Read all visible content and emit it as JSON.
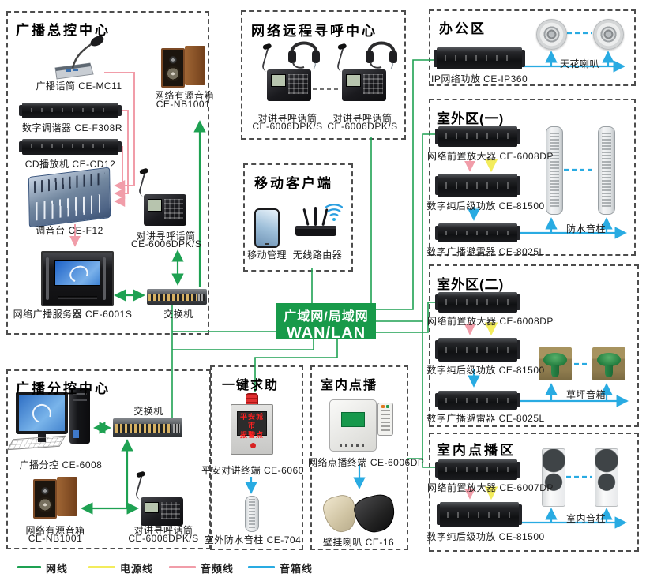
{
  "colors": {
    "network": "#1EA152",
    "power": "#F3EC5C",
    "audio": "#F19DA9",
    "speaker": "#29ABE2",
    "wanbg": "#189A4A"
  },
  "wan": {
    "line1": "广域网/局域网",
    "line2": "WAN/LAN"
  },
  "master": {
    "title": "广播总控中心",
    "mic": "广播话筒 CE-MC11",
    "speaker1": "网络有源音箱",
    "speaker2": "CE-NB1001",
    "tuner": "数字调谐器 CE-F308R",
    "cd": "CD播放机 CE-CD12",
    "mixer": "调音台 CE-F12",
    "paging1": "对讲寻呼话筒",
    "paging2": "CE-6006DPK/S",
    "server": "网络广播服务器 CE-6001S",
    "switch": "交换机"
  },
  "paging_center": {
    "title": "网络远程寻呼中心",
    "mic_a1": "对讲寻呼话筒",
    "mic_a2": "CE-6006DPK/S",
    "mic_b1": "对讲寻呼话筒",
    "mic_b2": "CE-6006DPK/S"
  },
  "mobile": {
    "title": "移动客户端",
    "phone": "移动管理",
    "router": "无线路由器"
  },
  "office": {
    "title": "办公区",
    "amp": "IP网络功放 CE-IP360",
    "speakers": "天花喇叭"
  },
  "outdoor1": {
    "title": "室外区(一)",
    "preamp": "网络前置放大器 CE-6008DP",
    "poweramp": "数字纯后级功放 CE-81500",
    "arrester": "数字广播避雷器 CE-8025L",
    "speakers": "防水音柱"
  },
  "outdoor2": {
    "title": "室外区(二)",
    "preamp": "网络前置放大器 CE-6008DP",
    "poweramp": "数字纯后级功放 CE-81500",
    "arrester": "数字广播避雷器 CE-8025L",
    "speakers": "草坪音箱"
  },
  "indoor_zone": {
    "title": "室内点播区",
    "preamp": "网络前置放大器 CE-6007DP",
    "poweramp": "数字纯后级功放 CE-81500",
    "speakers": "室内音柱"
  },
  "sub_control": {
    "title": "广播分控中心",
    "pc": "广播分控 CE-6008",
    "switch": "交换机",
    "speaker1": "网络有源音箱",
    "speaker2": "CE-NB1001",
    "paging1": "对讲寻呼话筒",
    "paging2": "CE-6006DPK/S"
  },
  "help": {
    "title": "一键求助",
    "terminal": "平安对讲终端 CE-6060",
    "screen1": "平安城市",
    "screen2": "报警点",
    "speaker": "室外防水音柱 CE-704"
  },
  "vod": {
    "title": "室内点播",
    "terminal": "网络点播终端 CE-6006DP",
    "speaker": "壁挂喇叭 CE-16"
  },
  "legend": {
    "net": "网线",
    "power": "电源线",
    "audio": "音频线",
    "speaker": "音箱线"
  }
}
